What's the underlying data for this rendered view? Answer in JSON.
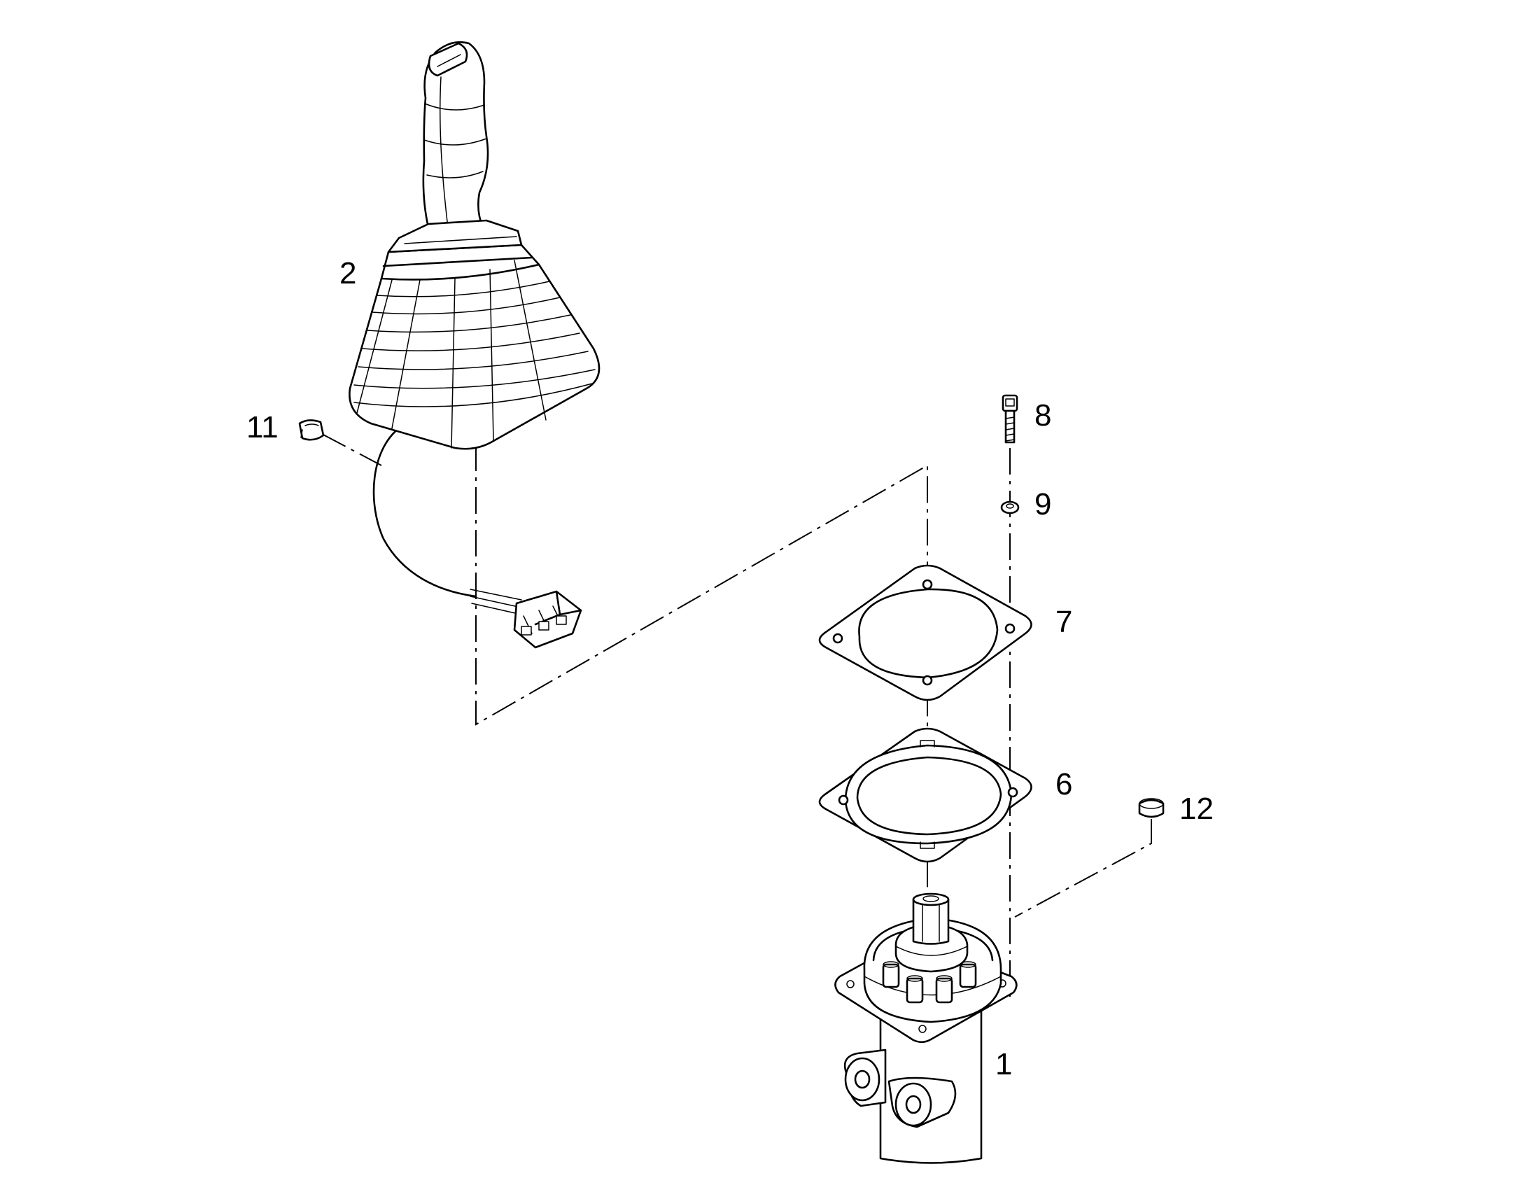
{
  "callouts": {
    "c1": "1",
    "c2": "2",
    "c6": "6",
    "c7": "7",
    "c8": "8",
    "c9": "9",
    "c11": "11",
    "c12": "12"
  },
  "colors": {
    "line": "#000000",
    "background": "#ffffff"
  }
}
